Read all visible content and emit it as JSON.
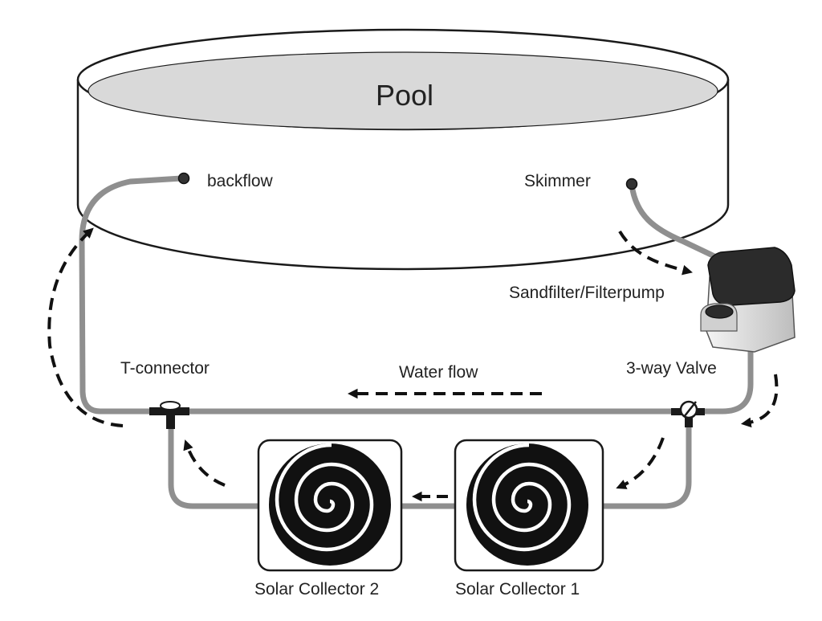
{
  "diagram": {
    "pool_label": "Pool",
    "backflow_label": "backflow",
    "skimmer_label": "Skimmer",
    "filter_label": "Sandfilter/Filterpump",
    "t_connector_label": "T-connector",
    "valve_label": "3-way Valve",
    "water_flow_label": "Water flow",
    "collector_2_label": "Solar Collector 2",
    "collector_1_label": "Solar Collector 1"
  },
  "colors": {
    "pipe": "#8f8f8f",
    "water": "#d9d9d9",
    "outline": "#1a1a1a",
    "arrow": "#111111",
    "filter_top": "#2b2b2b",
    "filter_body": "#e6e6e6"
  }
}
